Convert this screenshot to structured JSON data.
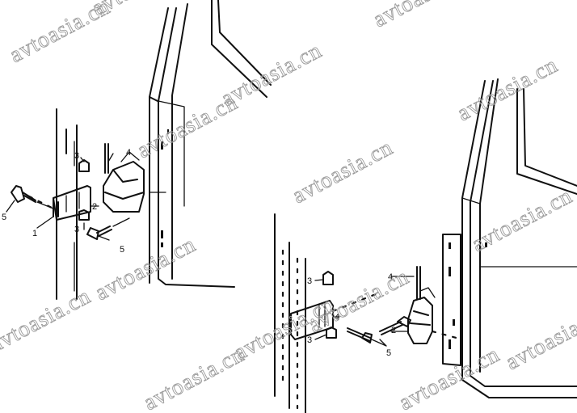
{
  "diagram": {
    "left_assembly": {
      "callouts": [
        {
          "id": "lbl-1",
          "text": "1"
        },
        {
          "id": "lbl-2",
          "text": "2"
        },
        {
          "id": "lbl-3a",
          "text": "3"
        },
        {
          "id": "lbl-3b",
          "text": "3"
        },
        {
          "id": "lbl-4",
          "text": "4"
        },
        {
          "id": "lbl-5a",
          "text": "5"
        },
        {
          "id": "lbl-5b",
          "text": "5"
        }
      ]
    },
    "right_assembly": {
      "callouts": [
        {
          "id": "lbl-r2",
          "text": "2"
        },
        {
          "id": "lbl-r3a",
          "text": "3"
        },
        {
          "id": "lbl-r3b",
          "text": "3"
        },
        {
          "id": "lbl-r4a",
          "text": "4"
        },
        {
          "id": "lbl-r4b",
          "text": "4"
        },
        {
          "id": "lbl-r5",
          "text": "5"
        }
      ]
    }
  },
  "watermark": {
    "text": "avtoasia.cn"
  }
}
